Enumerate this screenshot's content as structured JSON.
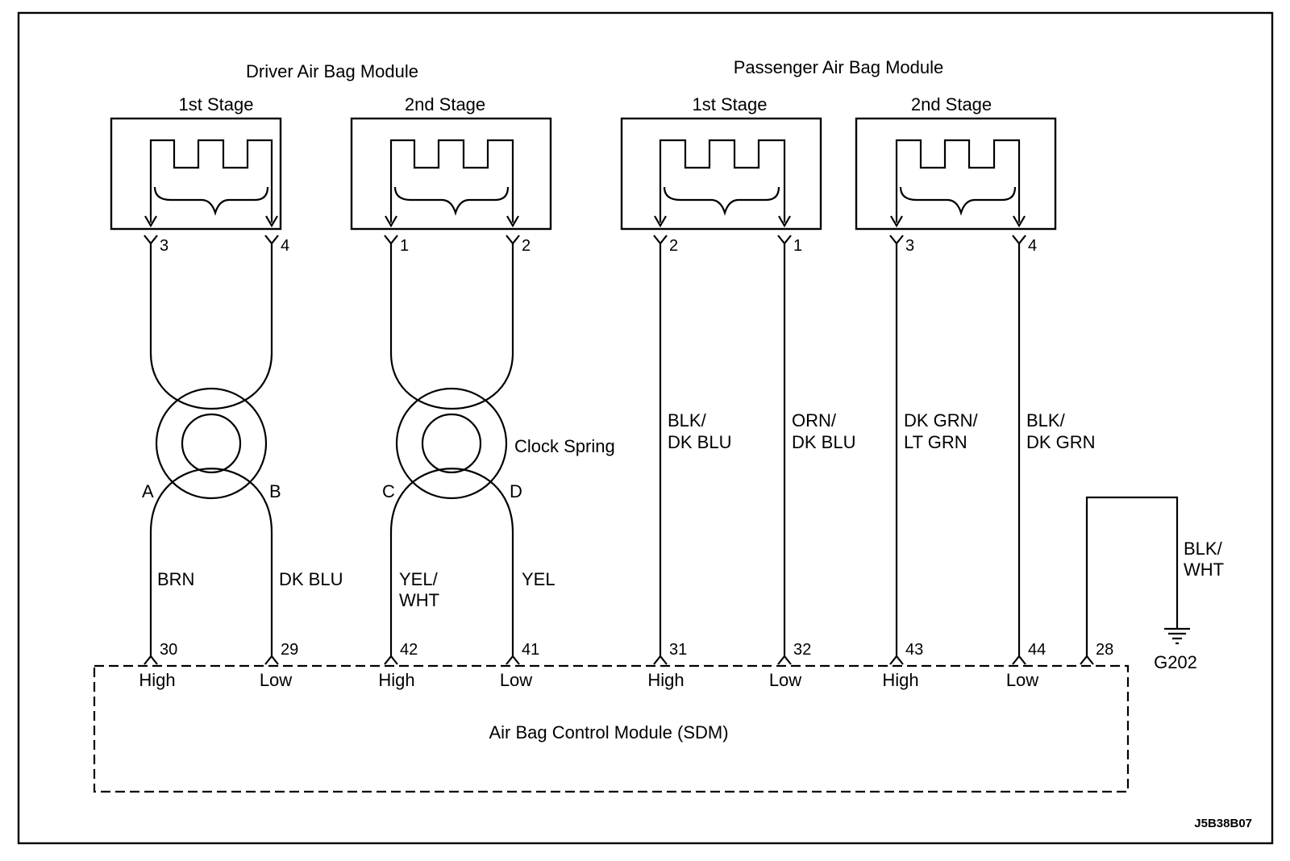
{
  "driver_module": {
    "title": "Driver Air Bag Module",
    "stage1": {
      "label": "1st Stage",
      "pin_high": "3",
      "pin_low": "4"
    },
    "stage2": {
      "label": "2nd Stage",
      "pin_high": "1",
      "pin_low": "2"
    }
  },
  "passenger_module": {
    "title": "Passenger Air Bag Module",
    "stage1": {
      "label": "1st Stage",
      "pin_high": "2",
      "pin_low": "1"
    },
    "stage2": {
      "label": "2nd Stage",
      "pin_high": "3",
      "pin_low": "4"
    }
  },
  "clock_spring": {
    "label": "Clock Spring",
    "terminals": [
      "A",
      "B",
      "C",
      "D"
    ]
  },
  "wires": {
    "driver_s1_high": "BRN",
    "driver_s1_low": "DK BLU",
    "driver_s2_high": [
      "YEL/",
      "WHT"
    ],
    "driver_s2_low": "YEL",
    "pass_s1_high": [
      "BLK/",
      "DK BLU"
    ],
    "pass_s1_low": [
      "ORN/",
      "DK BLU"
    ],
    "pass_s2_high": [
      "DK GRN/",
      "LT GRN"
    ],
    "pass_s2_low": [
      "BLK/",
      "DK GRN"
    ],
    "ground": [
      "BLK/",
      "WHT"
    ]
  },
  "sdm": {
    "label": "Air Bag Control Module (SDM)",
    "pins": [
      "30",
      "29",
      "42",
      "41",
      "31",
      "32",
      "43",
      "44",
      "28"
    ],
    "pin_labels": [
      "High",
      "Low",
      "High",
      "Low",
      "High",
      "Low",
      "High",
      "Low"
    ]
  },
  "ground": {
    "label": "G202"
  },
  "figure_id": "J5B38B07"
}
